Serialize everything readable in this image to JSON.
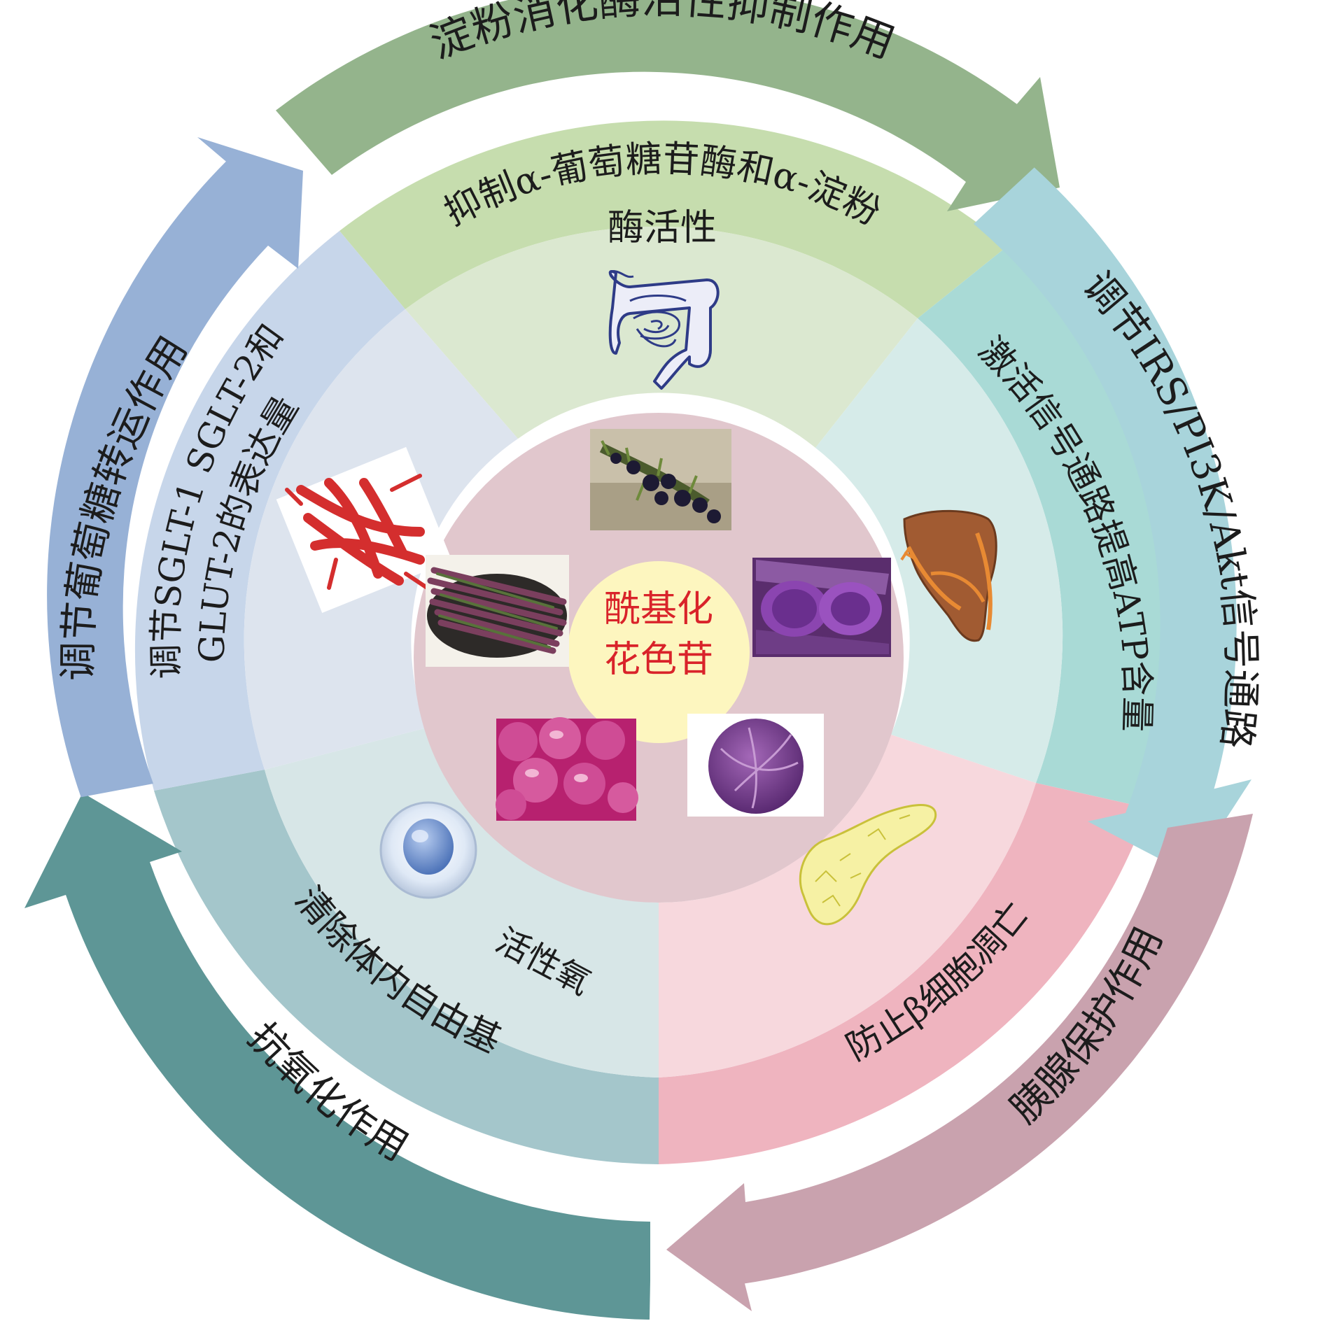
{
  "colors": {
    "starch": "#94b48c",
    "starch_mid": "#c6ddae",
    "starch_inner": "#dbe8d0",
    "glucose": "#97b1d6",
    "glucose_mid": "#c7d6ea",
    "glucose_inner": "#dde4ee",
    "irs": "#a8d4db",
    "irs_mid": "#a9dad6",
    "irs_inner": "#d6ebe9",
    "antiox": "#5e9696",
    "antiox_mid": "#a4c6cb",
    "antiox_inner": "#d7e6e7",
    "pancreas": "#c9a2ae",
    "pancreas_mid": "#efb4bf",
    "pancreas_inner": "#f7d8dd",
    "center_ring": "#e1c7cd",
    "center_circle": "#fdf6bf",
    "center_text": "#d9232a"
  },
  "outer_arrows": {
    "starch_inhibition": "淀粉消化酶活性抑制作用",
    "irs_pathway": "调节IRS/PI3K/Akt信号通路",
    "pancreas_protection": "胰腺保护作用",
    "antioxidation": "抗氧化作用",
    "glucose_transport": "调节葡萄糖转运作用"
  },
  "mid_ring": {
    "enzyme_line1": "抑制α-葡萄糖苷酶和α-淀粉",
    "enzyme_line2": "酶活性",
    "atp": "激活信号通路提高ATP含量",
    "beta_cell": "防止β细胞凋亡",
    "free_radical": "清除体内自由基",
    "sglt_line1": "调节SGLT-1 SGLT-2和",
    "sglt_line2": "GLUT-2的表达量"
  },
  "inner_ring": {
    "ros_label": "活性氧"
  },
  "center": {
    "line1": "酰基化",
    "line2": "花色苷"
  },
  "icons": {
    "intestine": "intestine-icon",
    "liver": "liver-icon",
    "pancreas": "pancreas-icon",
    "cell": "cell-icon",
    "blood_vessel": "blood-vessel-icon"
  },
  "food_photos": [
    "black-goji-photo",
    "purple-sweet-potato-photo",
    "red-cabbage-photo",
    "red-onion-photo",
    "purple-asparagus-photo"
  ]
}
